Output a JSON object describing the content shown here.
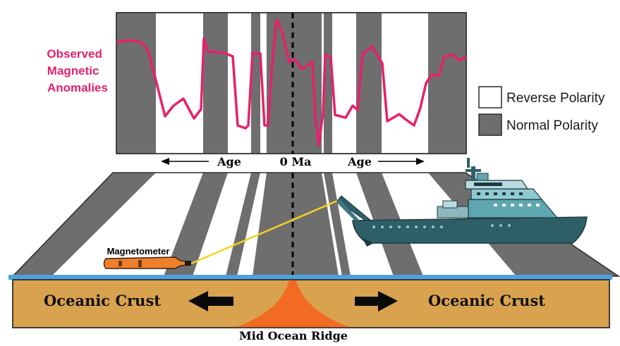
{
  "anomaly_label": [
    "Observed",
    "Magnetic",
    "Anomalies"
  ],
  "legend": {
    "reverse": "Reverse Polarity",
    "normal": "Normal Polarity"
  },
  "age_left": "Age",
  "center_age": "0 Ma",
  "age_right": "Age",
  "crust_left": "Oceanic Crust",
  "crust_right": "Oceanic Crust",
  "ridge_label": "Mid Ocean Ridge",
  "magnetometer_label": "Magnetometer",
  "colors": {
    "anomaly_curve": "#e5216b",
    "normal_stripe": "#6e6e6e",
    "reverse_stripe": "#ffffff",
    "crust": "#d9a24f",
    "magma": "#f26b22",
    "sea_line": "#4aa3dc",
    "ship_hull": "#2f5f66",
    "tow_cable": "#f5d21b",
    "magnetometer": "#f07f2a"
  }
}
